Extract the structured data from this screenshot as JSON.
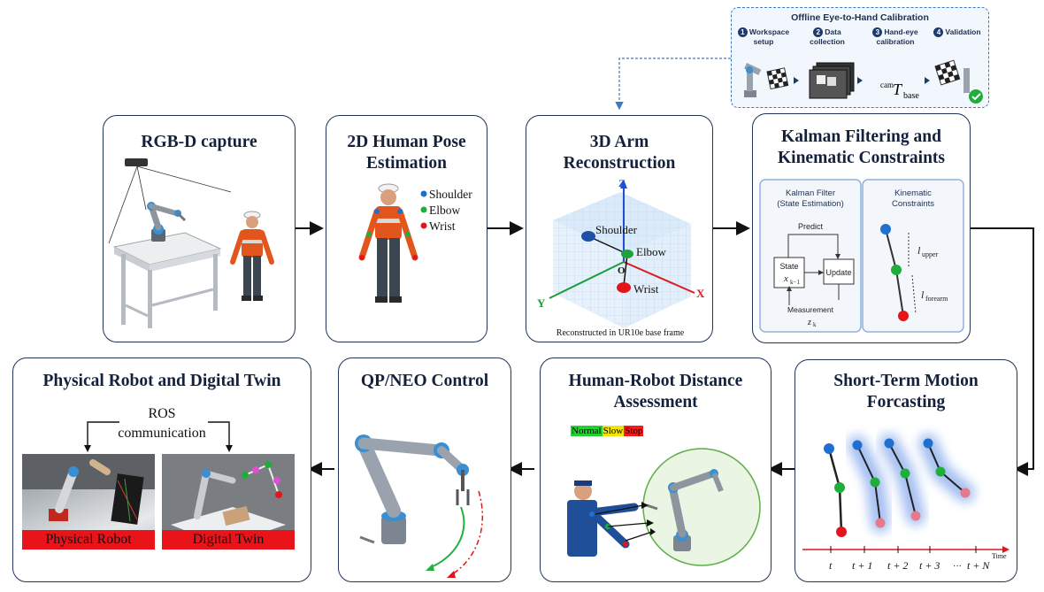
{
  "calibration": {
    "title": "Offline Eye-to-Hand Calibration",
    "steps": [
      {
        "num": "1",
        "line1": "Workspace",
        "line2": "setup"
      },
      {
        "num": "2",
        "line1": "Data",
        "line2": "collection"
      },
      {
        "num": "3",
        "line1": "Hand-eye",
        "line2": "calibration"
      },
      {
        "num": "4",
        "line1": "Validation",
        "line2": ""
      }
    ],
    "transform_sup": "cam",
    "transform_main": "T",
    "transform_sub": "base"
  },
  "panels": {
    "rgbd": {
      "title_l1": "RGB-D capture",
      "title_l2": ""
    },
    "pose2d": {
      "title_l1": "2D Human Pose",
      "title_l2": "Estimation",
      "legend": [
        {
          "label": "Shoulder",
          "color": "#1f6fd0"
        },
        {
          "label": "Elbow",
          "color": "#1fae3a"
        },
        {
          "label": "Wrist",
          "color": "#e3151b"
        }
      ]
    },
    "recon3d": {
      "title_l1": "3D Arm",
      "title_l2": "Reconstruction",
      "axis_z": "Z",
      "axis_x": "X",
      "axis_y": "Y",
      "origin": "O",
      "shoulder": "Shoulder",
      "elbow": "Elbow",
      "wrist": "Wrist",
      "caption": "Reconstructed in UR10e base frame"
    },
    "kalman": {
      "title_l1": "Kalman Filtering and",
      "title_l2": "Kinematic Constraints",
      "filter_title_l1": "Kalman Filter",
      "filter_title_l2": "(State Estimation)",
      "predict": "Predict",
      "state": "State",
      "state_var": "x",
      "state_sub": "k−1",
      "update": "Update",
      "measurement": "Measurement",
      "meas_var": "z",
      "meas_sub": "k",
      "constraints_l1": "Kinematic",
      "constraints_l2": "Constraints",
      "l_var": "l",
      "upper_sub": "upper",
      "forearm_sub": "forearm"
    },
    "forecast": {
      "title_l1": "Short-Term Motion",
      "title_l2": "Forcasting",
      "ticks": [
        "t",
        "t + 1",
        "t + 2",
        "t + 3",
        "···",
        "t + N"
      ],
      "time_label": "Time"
    },
    "distance": {
      "title_l1": "Human-Robot Distance",
      "title_l2": "Assessment",
      "zones": [
        {
          "label": "Normal",
          "color": "#22d12e"
        },
        {
          "label": "Slow",
          "color": "#f2e406"
        },
        {
          "label": "Stop",
          "color": "#ee1c1c"
        }
      ]
    },
    "qp": {
      "title_l1": "QP/NEO Control",
      "title_l2": ""
    },
    "physical": {
      "title_l1": "Physical Robot and Digital Twin",
      "title_l2": "",
      "ros_l1": "ROS",
      "ros_l2": "communication",
      "physical_label": "Physical Robot",
      "twin_label": "Digital Twin"
    }
  },
  "colors": {
    "border": "#1f3355",
    "arrow": "#111111",
    "shoulder": "#1f6fd0",
    "elbow": "#1fae3a",
    "wrist": "#e3151b"
  }
}
